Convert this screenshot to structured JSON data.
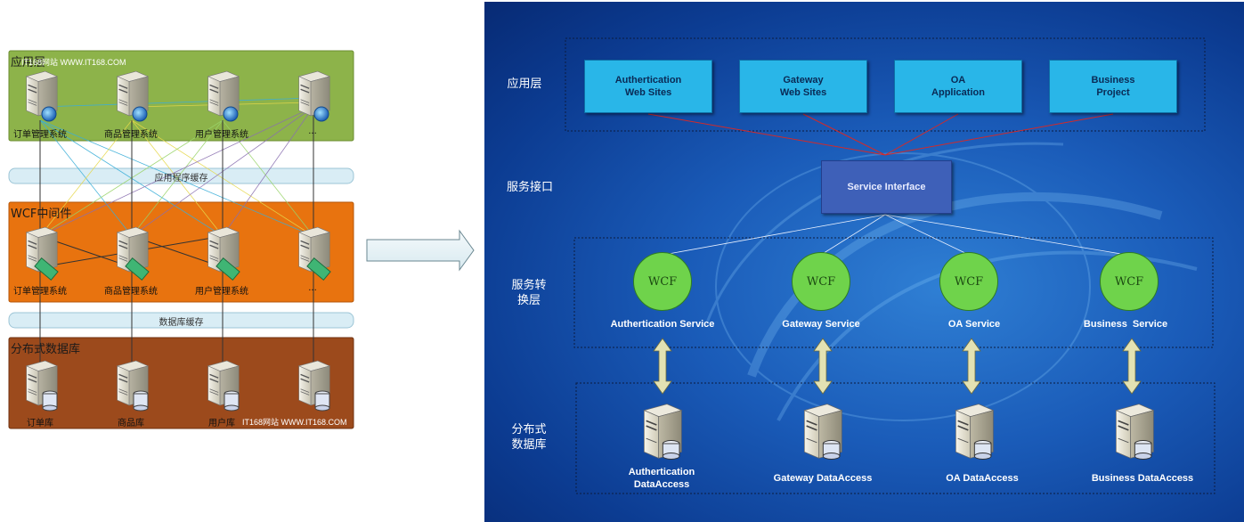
{
  "left": {
    "app_layer": {
      "title": "应用层",
      "watermark": "IT168网站 WWW.IT168.COM",
      "servers": [
        "订单管理系统",
        "商品管理系统",
        "用户管理系统",
        "..."
      ]
    },
    "app_cache": "应用程序缓存",
    "wcf_layer": {
      "title": "WCF中间件",
      "servers": [
        "订单管理系统",
        "商品管理系统",
        "用户管理系统",
        "..."
      ]
    },
    "db_cache": "数据库缓存",
    "db_layer": {
      "title": "分布式数据库",
      "watermark": "IT168网站 WWW.IT168.COM",
      "servers": [
        "订单库",
        "商品库",
        "用户库",
        ""
      ]
    },
    "colors": {
      "app": "#8db34a",
      "wcf": "#e8730f",
      "db": "#9c4a1c",
      "cache": "#d9edf5"
    }
  },
  "right": {
    "layers": {
      "app": "应用层",
      "interface": "服务接口",
      "transform": "服务转\n换层",
      "db": "分布式\n数据库"
    },
    "apps": [
      "Authertication\nWeb Sites",
      "Gateway\nWeb Sites",
      "OA\nApplication",
      "Business\nProject"
    ],
    "service_interface": "Service Interface",
    "wcf_label": "WCF",
    "services": [
      "Authertication Service",
      "Gateway Service",
      "OA Service",
      "Business  Service"
    ],
    "data_access": [
      "Authertication\nDataAccess",
      "Gateway DataAccess",
      "OA DataAccess",
      "Business DataAccess"
    ],
    "colors": {
      "app_box": "#29b6e8",
      "interface_box": "#3e60b8",
      "wcf": "#6fd34b",
      "background": "#1a5bb8"
    }
  }
}
